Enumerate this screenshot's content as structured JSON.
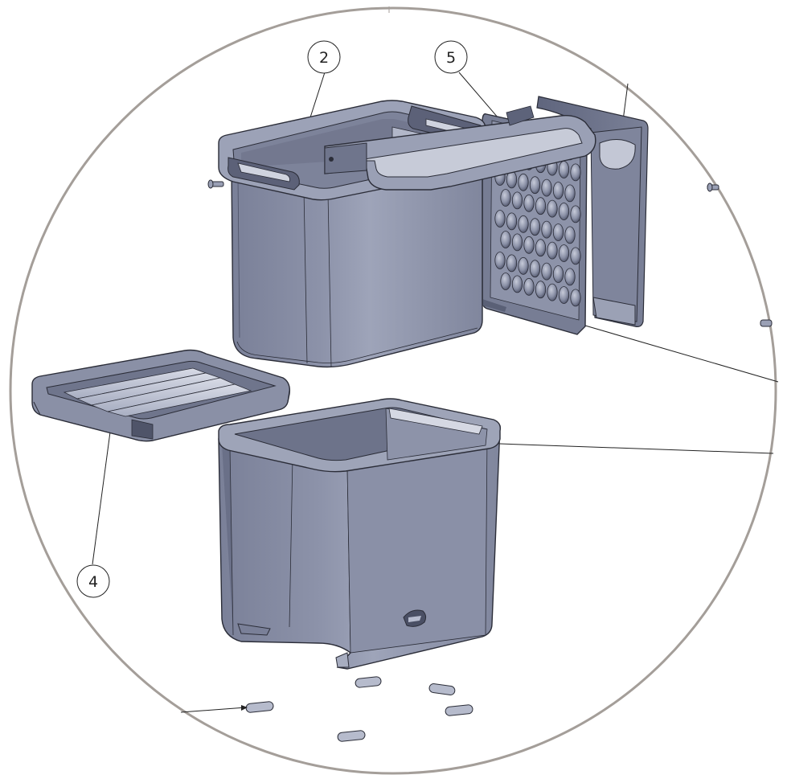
{
  "diagram": {
    "callouts": [
      {
        "id": "balloon-2",
        "label": "2"
      },
      {
        "id": "balloon-5",
        "label": "5"
      },
      {
        "id": "balloon-4",
        "label": "4"
      }
    ],
    "colors": {
      "background": "#ffffff",
      "circle_border": "#a49e99",
      "part_fill": "#8c92a9",
      "part_fill_dark": "#6b7189",
      "part_fill_light": "#b7bccf",
      "part_highlight": "#dfe2ec",
      "outline": "#2b2d38",
      "leader": "#222222"
    }
  }
}
